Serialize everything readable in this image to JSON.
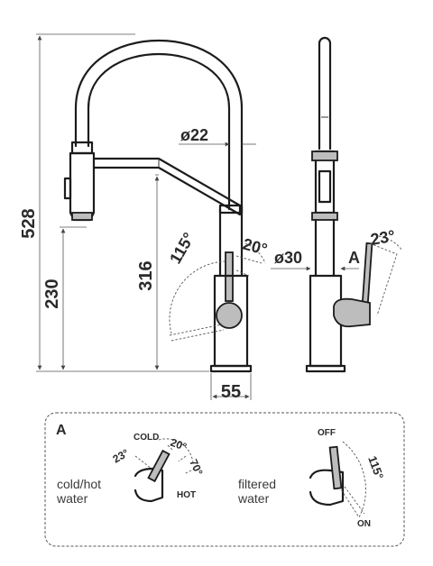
{
  "dimensions": {
    "height_total": "528",
    "height_spout": "230",
    "height_arm": "316",
    "angle_lever_range": "115°",
    "angle_lever_side": "20°",
    "diameter_hose": "ø22",
    "diameter_body": "ø30",
    "base_width": "55",
    "angle_side_view": "23°"
  },
  "callout_marker": "A",
  "detail": {
    "title": "A",
    "left": {
      "label_line1": "cold/hot",
      "label_line2": "water",
      "cold": "COLD",
      "hot": "HOT",
      "angle_23": "23°",
      "angle_20": "20°",
      "angle_70": "70°"
    },
    "right": {
      "label_line1": "filtered",
      "label_line2": "water",
      "off": "OFF",
      "on": "ON",
      "angle_115": "115°"
    }
  }
}
